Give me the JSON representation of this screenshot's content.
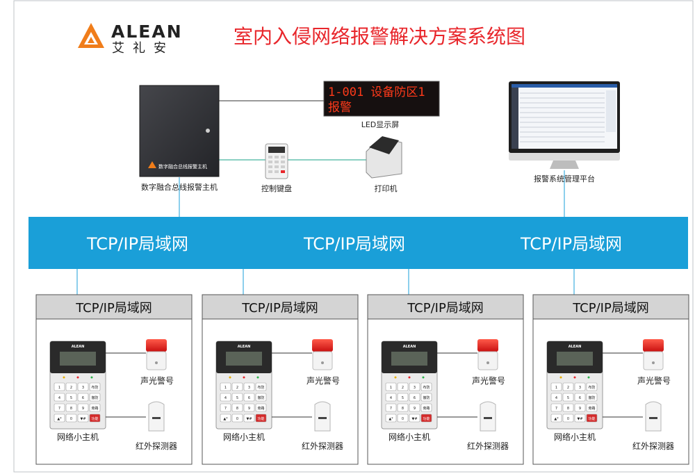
{
  "logo": {
    "wordmark": "ALEAN",
    "chinese": "艾礼安"
  },
  "title": "室内入侵网络报警解决方案系统图",
  "devices": {
    "main_panel": {
      "label": "数字融合总线报警主机",
      "badge": "数字融合总线报警主机"
    },
    "led_display": {
      "label": "LED显示屏",
      "line1": "1-001 设备防区1",
      "line2": "报警"
    },
    "keyboard": {
      "label": "控制键盘"
    },
    "printer": {
      "label": "打印机"
    },
    "monitor": {
      "label": "报警系统管理平台"
    }
  },
  "network": {
    "label": "TCP/IP局域网"
  },
  "subsystems": [
    {
      "header": "TCP/IP局域网",
      "host_label": "网络小主机",
      "brand": "ALEAN",
      "siren_label": "声光警号",
      "detector_label": "红外探测器"
    },
    {
      "header": "TCP/IP局域网",
      "host_label": "网络小主机",
      "brand": "ALEAN",
      "siren_label": "声光警号",
      "detector_label": "红外探测器"
    },
    {
      "header": "TCP/IP局域网",
      "host_label": "网络小主机",
      "brand": "ALEAN",
      "siren_label": "声光警号",
      "detector_label": "红外探测器"
    },
    {
      "header": "TCP/IP局域网",
      "host_label": "网络小主机",
      "brand": "ALEAN",
      "siren_label": "声光警号",
      "detector_label": "红外探测器"
    }
  ],
  "keypad_keys": [
    "1",
    "2",
    "3",
    "布防",
    "4",
    "5",
    "6",
    "撤防",
    "7",
    "8",
    "9",
    "旁路",
    "▲*",
    "0",
    "▼#",
    "功能"
  ],
  "colors": {
    "network_band": "#1a9fd8",
    "title_red": "#e8262b",
    "logo_orange": "#f07d1a",
    "led_red": "#ff3a1a",
    "panel_dark": "#2e2f33",
    "header_gray": "#d4d4d4"
  }
}
